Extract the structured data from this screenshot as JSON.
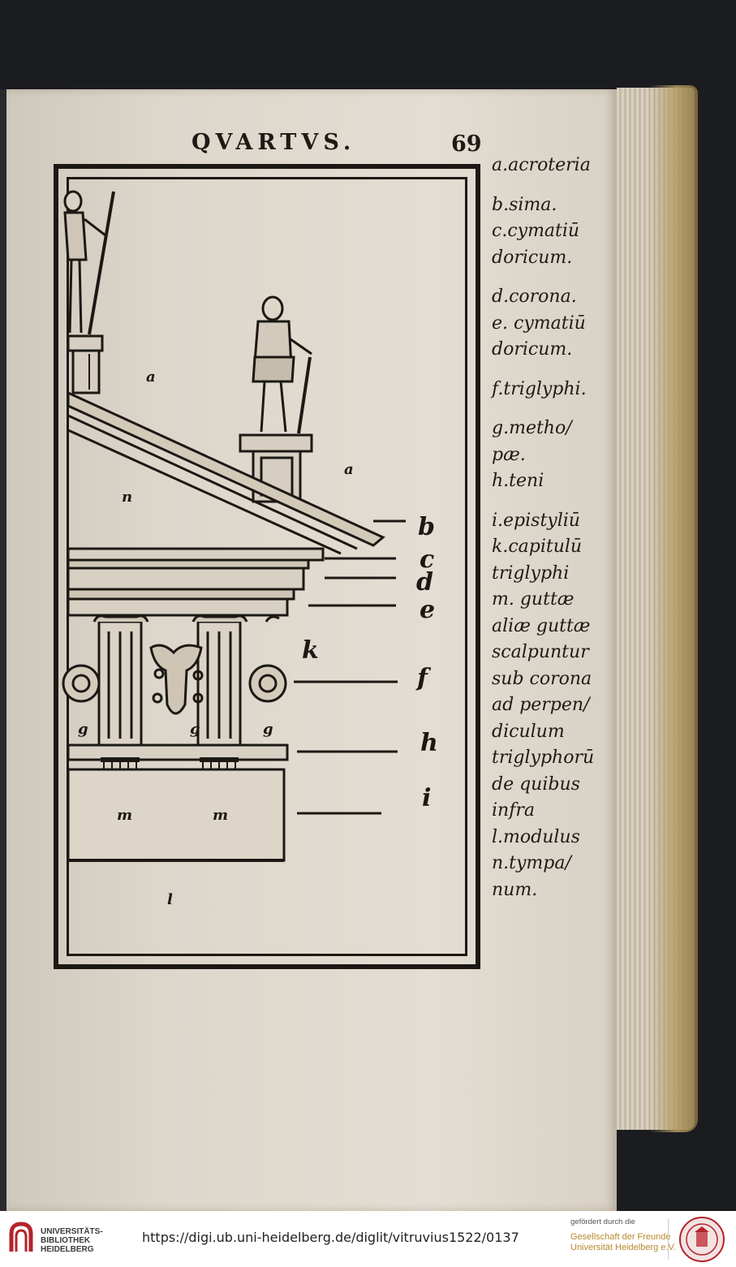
{
  "page": {
    "running_head": "QVARTVS.",
    "folio": "69"
  },
  "figure_letters": {
    "a1": "a",
    "a2": "a",
    "n": "n",
    "b": "b",
    "c": "c",
    "d": "d",
    "e": "e",
    "k": "k",
    "f": "f",
    "g1": "g",
    "g2": "g",
    "g3": "g",
    "h": "h",
    "i": "i",
    "m1": "m",
    "m2": "m",
    "l": "l"
  },
  "legend": [
    "a.acroteria",
    "",
    "b.sima.",
    "c.cymatiū",
    "doricum.",
    "",
    "d.corona.",
    "e. cymatiū",
    "doricum.",
    "",
    "f.triglyphi.",
    "",
    "g.metho/",
    "pæ.",
    "h.teni",
    "",
    "i.epistyliū",
    "k.capitulū",
    "triglyphi",
    "m. guttæ",
    "aliæ guttæ",
    "scalpuntur",
    "sub corona",
    "ad perpen/",
    "diculum",
    "triglyphorū",
    "de quibus",
    "infra",
    "l.modulus",
    "n.tympa/",
    "num."
  ],
  "footer": {
    "library_line1": "UNIVERSITÄTS-",
    "library_line2": "BIBLIOTHEK",
    "library_line3": "HEIDELBERG",
    "url": "https://digi.ub.uni-heidelberg.de/diglit/vitruvius1522/0137",
    "sponsor_label": "gefördert durch die",
    "sponsor_line1": "Gesellschaft der Freunde",
    "sponsor_line2": "Universität Heidelberg e.V."
  },
  "colors": {
    "ink": "#1c1915",
    "paper": "#e0d9ce",
    "sponsor": "#b7892d",
    "logo_red": "#b5232a"
  }
}
